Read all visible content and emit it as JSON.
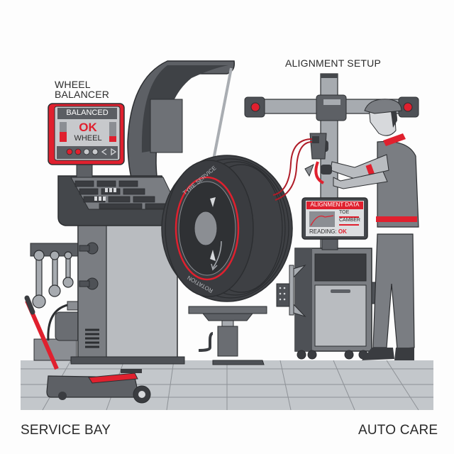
{
  "labels": {
    "wheel_balancer_line1": "WHEEL",
    "wheel_balancer_line2": "BALANCER",
    "alignment_setup": "ALIGNMENT SETUP",
    "footer_left": "SERVICE BAY",
    "footer_right": "AUTO CARE"
  },
  "balancer_display": {
    "header": "BALANCED",
    "status": "OK",
    "subtitle": "WHEEL",
    "indicator_count": 6
  },
  "tyre": {
    "sidewall_top": "TYRE SERVICE",
    "sidewall_bottom": "ROTATION"
  },
  "alignment_display": {
    "header": "ALIGNMENT DATA",
    "row1": "TOE",
    "row2": "CAMBER",
    "reading_label": "READING:",
    "reading_value": "OK"
  },
  "colors": {
    "accent_red": "#e0202e",
    "dark_grey": "#3e4044",
    "mid_grey": "#7a7d82",
    "light_grey": "#b9bcc0",
    "floor": "#c3c7cb",
    "background": "#fdfdfd"
  }
}
